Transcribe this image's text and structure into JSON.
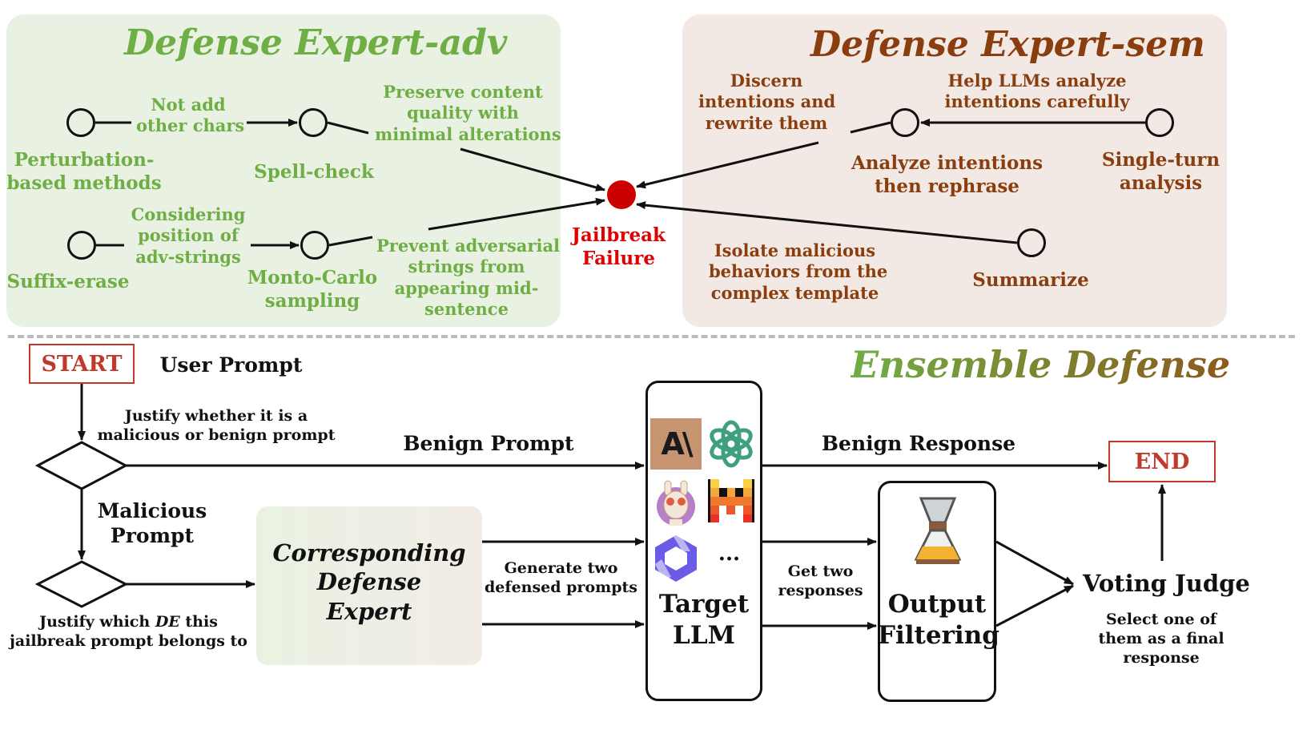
{
  "panel_adv": {
    "title": "Defense Expert-adv",
    "not_add": "Not add\nother chars",
    "preserve": "Preserve content\nquality with\nminimal alterations",
    "perturbation": "Perturbation-\nbased methods",
    "spell_check": "Spell-check",
    "considering": "Considering\nposition of\nadv-strings",
    "prevent": "Prevent adversarial\nstrings from\nappearing mid-\nsentence",
    "suffix_erase": "Suffix-erase",
    "monte_carlo": "Monto-Carlo\nsampling"
  },
  "panel_sem": {
    "title": "Defense Expert-sem",
    "discern": "Discern\nintentions and\nrewrite them",
    "help_llms": "Help LLMs analyze\nintentions carefully",
    "analyze": "Analyze intentions\nthen rephrase",
    "single_turn": "Single-turn\nanalysis",
    "isolate": "Isolate malicious\nbehaviors from the\ncomplex template",
    "summarize": "Summarize"
  },
  "center": {
    "jailbreak": "Jailbreak\nFailure"
  },
  "ensemble": {
    "title": "Ensemble Defense",
    "start": "START",
    "user_prompt": "User Prompt",
    "justify_malicious": "Justify whether it is a\nmalicious or benign prompt",
    "benign_prompt": "Benign Prompt",
    "malicious_prompt": "Malicious\nPrompt",
    "justify_de_pre": "Justify which ",
    "justify_de_em": "DE",
    "justify_de_post": " this",
    "justify_de_line2": "jailbreak prompt belongs to",
    "corresponding": "Corresponding\nDefense\nExpert",
    "generate": "Generate two\ndefensed prompts",
    "target_llm": "Target\nLLM",
    "ellipsis": "...",
    "benign_response": "Benign Response",
    "get_two": "Get two\nresponses",
    "output_filtering": "Output\nFiltering",
    "end": "END",
    "voting_judge": "Voting Judge",
    "select_one": "Select one of\nthem as a final\nresponse"
  },
  "icons": [
    "anthropic-icon",
    "openai-icon",
    "llama-icon",
    "mistral-icon",
    "qwen-icon",
    "chemex-filter-icon"
  ],
  "colors": {
    "adv_panel": "#e9f2e2",
    "sem_panel": "#f2e9e4",
    "green_text": "#6fae45",
    "brown_text": "#8a3e0f",
    "red": "#e00000",
    "start_end_border": "#c0392b"
  }
}
